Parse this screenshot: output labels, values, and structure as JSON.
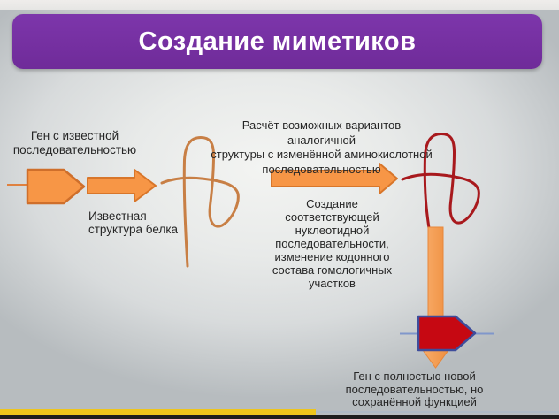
{
  "slide": {
    "title": "Создание миметиков"
  },
  "diagram": {
    "gene_known_label": "Ген с известной\nпоследовательностью",
    "known_structure_label": "Известная\nструктура белка",
    "calc_variants_label": "Расчёт возможных вариантов аналогичной\nструктуры с изменённой аминокислотной\nпоследовательностью",
    "create_sequence_label": "Создание\nсоответствующей\nнуклеотидной\nпоследовательности,\nизменение кодонного\nсостава гомологичных\nучастков",
    "gene_new_label": "Ген с полностью новой\nпоследовательностью, но\nсохранённой функцией",
    "icons": {
      "gene_known_shape": "gene-box-arrow",
      "step_arrow_1": "right-block-arrow",
      "protein_known": "protein-squiggle",
      "step_arrow_2": "right-block-arrow",
      "protein_new": "protein-squiggle",
      "down_arrow": "down-block-arrow",
      "gene_new_shape": "gene-box-arrow"
    },
    "colors": {
      "title_bg": "#7731a5",
      "title_text": "#ffffff",
      "arrow_orange": "#f79646",
      "arrow_orange_border": "#d8762a",
      "gene_known_border": "#cf6f2b",
      "gene_lead_line_orange": "#df8140",
      "protein_known_stroke": "#c87f45",
      "protein_new_stroke": "#a8191d",
      "gene_new_fill": "#c60812",
      "gene_new_border": "#3e4d9c",
      "gene_lead_line_blue": "#8097cb",
      "label_text": "#262626"
    }
  },
  "player": {
    "progress_percent": 56.5,
    "progress_color": "#eec51c"
  }
}
